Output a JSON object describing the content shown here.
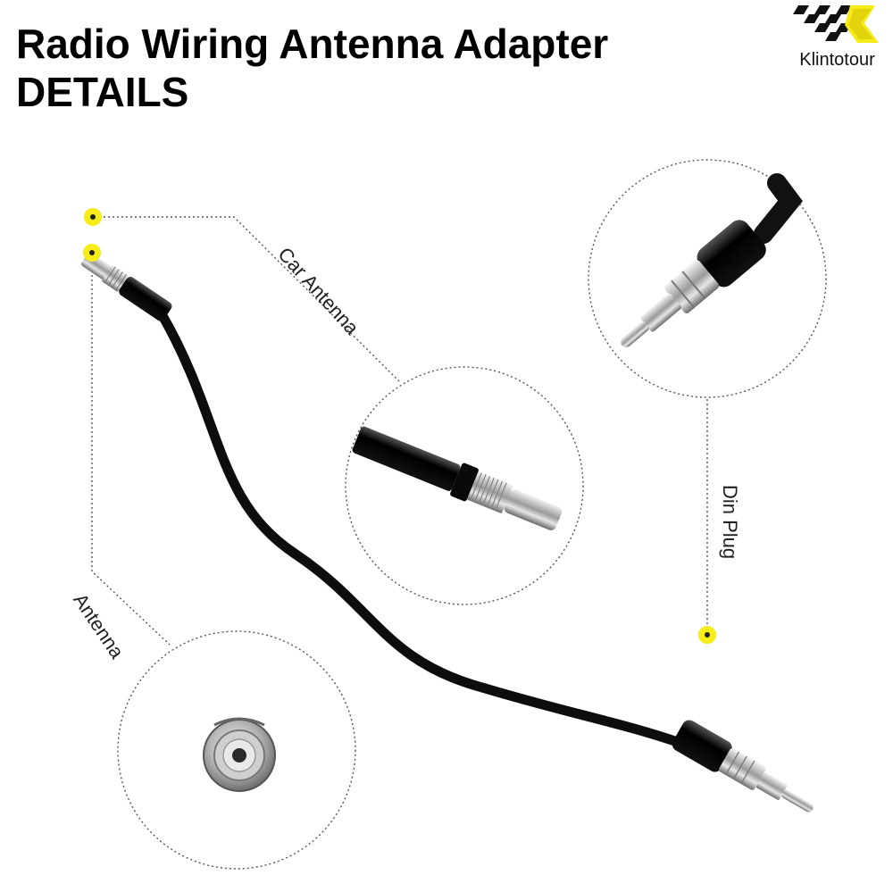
{
  "header": {
    "title_line1": "Radio Wiring Antenna Adapter",
    "title_line2": "DETAILS"
  },
  "brand": {
    "name": "Klintotour",
    "accent_color": "#f6ec18"
  },
  "callouts": {
    "car_antenna": "Car Antenna",
    "antenna": "Antenna",
    "din_plug": "Din Plug"
  },
  "colors": {
    "marker": "#f6ec18",
    "cable": "#0d0d0d",
    "leader_line": "#555555"
  }
}
